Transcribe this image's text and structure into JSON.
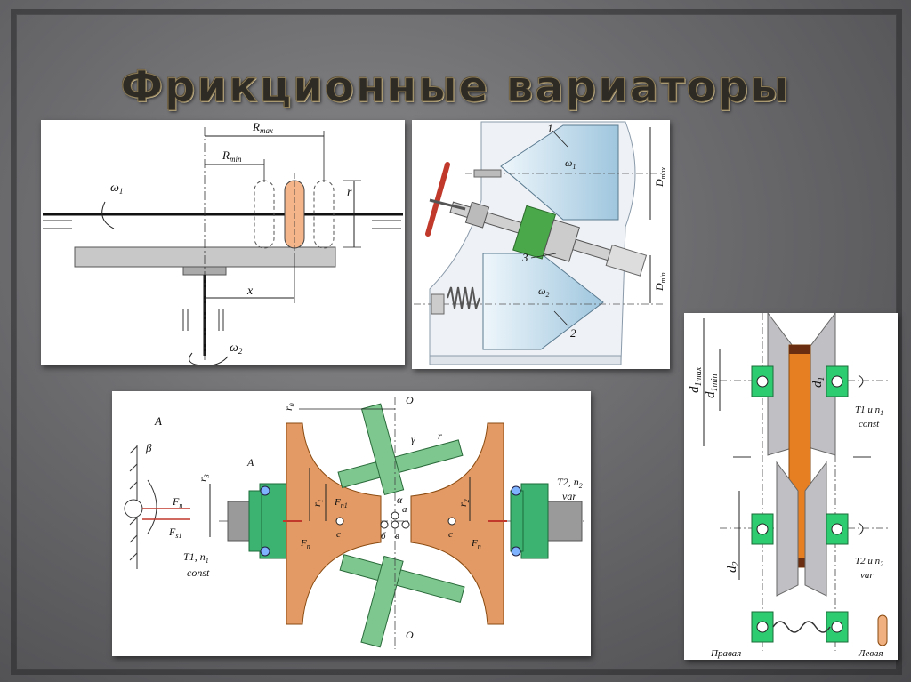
{
  "slide": {
    "title": "Фрикционные вариаторы"
  },
  "panel_top_left": {
    "labels": {
      "r_max": "R",
      "r_max_sub": "max",
      "r_min": "R",
      "r_min_sub": "min",
      "omega1": "ω",
      "omega1_sub": "1",
      "omega2": "ω",
      "omega2_sub": "2",
      "r": "r",
      "x": "x"
    }
  },
  "panel_top_right": {
    "labels": {
      "n1": "1",
      "n2": "2",
      "n3": "3",
      "omega1": "ω",
      "omega1_sub": "1",
      "omega2": "ω",
      "omega2_sub": "2",
      "d_max": "D",
      "d_max_sub": "max",
      "d_min": "D",
      "d_min_sub": "min"
    }
  },
  "panel_bottom_center": {
    "labels": {
      "A_top": "A",
      "A_arrow": "A",
      "beta": "β",
      "Fn": "F",
      "Fn_sub": "n",
      "Fs1": "F",
      "Fs1_sub": "s1",
      "r3": "r",
      "r3_sub": "3",
      "r0": "r",
      "r0_sub": "0",
      "r1": "r",
      "r1_sub": "1",
      "r2": "r",
      "r2_sub": "2",
      "O_top": "O",
      "O_bottom": "O",
      "gamma": "γ",
      "r": "r",
      "alpha": "α",
      "Fn1": "F",
      "Fn1_sub": "n1",
      "Fn_left": "F",
      "Fn_left_sub": "n",
      "Fn_right": "F",
      "Fn_right_sub": "n",
      "c_left": "c",
      "c_right": "c",
      "a": "a",
      "b": "б",
      "v": "в",
      "T1n1": "T",
      "T1n1_rest": "1, n",
      "T1n1_sub": "1",
      "const": "const",
      "T2n2": "T",
      "T2n2_rest": "2, n",
      "T2n2_sub": "2",
      "var": "var"
    }
  },
  "panel_right": {
    "labels": {
      "d1max": "d",
      "d1max_sub": "1max",
      "d1min": "d",
      "d1min_sub": "1min",
      "d1": "d",
      "d1_sub": "1",
      "d2": "d",
      "d2_sub": "2",
      "T1n1": "T",
      "T1n1_rest": "1 и n",
      "T1n1_sub": "1",
      "const": "const",
      "T2n2": "T",
      "T2n2_rest": "2 и n",
      "T2n2_sub": "2",
      "var": "var",
      "right_side": "Правая",
      "left_side": "Левая"
    }
  }
}
